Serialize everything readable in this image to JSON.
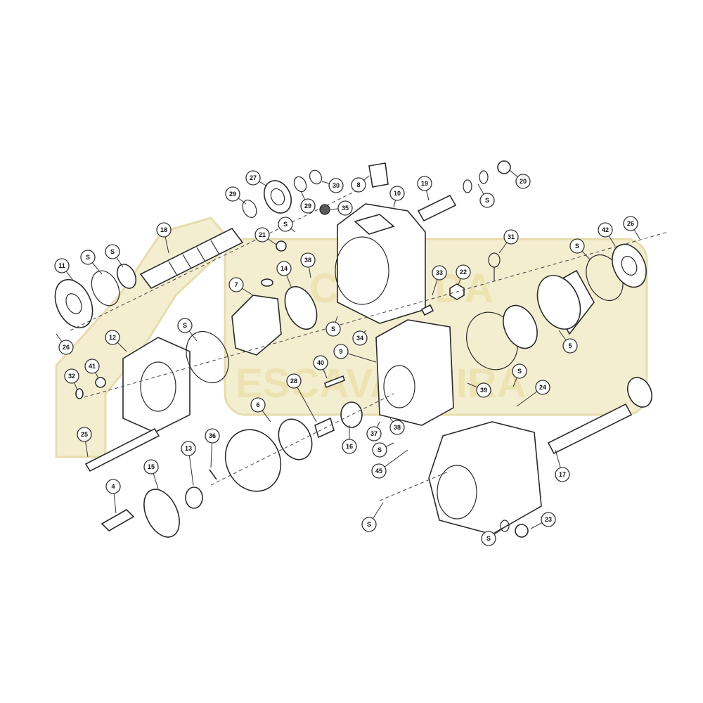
{
  "watermark": {
    "line1": "CASA DA",
    "line2": "ESCAVADEIRA"
  },
  "callouts": [
    {
      "id": "c11",
      "label": "11"
    },
    {
      "id": "c26a",
      "label": "26"
    },
    {
      "id": "cS1",
      "label": "S"
    },
    {
      "id": "cS2",
      "label": "S"
    },
    {
      "id": "c18",
      "label": "18"
    },
    {
      "id": "c29a",
      "label": "29"
    },
    {
      "id": "c27",
      "label": "27"
    },
    {
      "id": "c29b",
      "label": "29"
    },
    {
      "id": "c30",
      "label": "30"
    },
    {
      "id": "c8",
      "label": "8"
    },
    {
      "id": "c10",
      "label": "10"
    },
    {
      "id": "c19",
      "label": "19"
    },
    {
      "id": "cS3",
      "label": "S"
    },
    {
      "id": "c20",
      "label": "20"
    },
    {
      "id": "c35",
      "label": "35"
    },
    {
      "id": "cS4",
      "label": "S"
    },
    {
      "id": "c21",
      "label": "21"
    },
    {
      "id": "c38a",
      "label": "38"
    },
    {
      "id": "c14",
      "label": "14"
    },
    {
      "id": "c7",
      "label": "7"
    },
    {
      "id": "c31",
      "label": "31"
    },
    {
      "id": "c33",
      "label": "33"
    },
    {
      "id": "c22",
      "label": "22"
    },
    {
      "id": "cS5",
      "label": "S"
    },
    {
      "id": "c34",
      "label": "34"
    },
    {
      "id": "c42",
      "label": "42"
    },
    {
      "id": "c26b",
      "label": "26"
    },
    {
      "id": "cS6",
      "label": "S"
    },
    {
      "id": "c5",
      "label": "5"
    },
    {
      "id": "c12",
      "label": "12"
    },
    {
      "id": "cS7",
      "label": "S"
    },
    {
      "id": "c9",
      "label": "9"
    },
    {
      "id": "c41",
      "label": "41"
    },
    {
      "id": "c32",
      "label": "32"
    },
    {
      "id": "c40",
      "label": "40"
    },
    {
      "id": "c28",
      "label": "28"
    },
    {
      "id": "c39",
      "label": "39"
    },
    {
      "id": "cS8",
      "label": "S"
    },
    {
      "id": "c24",
      "label": "24"
    },
    {
      "id": "c6",
      "label": "6"
    },
    {
      "id": "c25",
      "label": "25"
    },
    {
      "id": "c37",
      "label": "37"
    },
    {
      "id": "c38b",
      "label": "38"
    },
    {
      "id": "c16",
      "label": "16"
    },
    {
      "id": "cS9",
      "label": "S"
    },
    {
      "id": "c45",
      "label": "45"
    },
    {
      "id": "c13",
      "label": "13"
    },
    {
      "id": "c36",
      "label": "36"
    },
    {
      "id": "c15",
      "label": "15"
    },
    {
      "id": "c4",
      "label": "4"
    },
    {
      "id": "c17",
      "label": "17"
    },
    {
      "id": "cS10",
      "label": "S"
    },
    {
      "id": "cS11",
      "label": "S"
    },
    {
      "id": "c23",
      "label": "23"
    }
  ]
}
